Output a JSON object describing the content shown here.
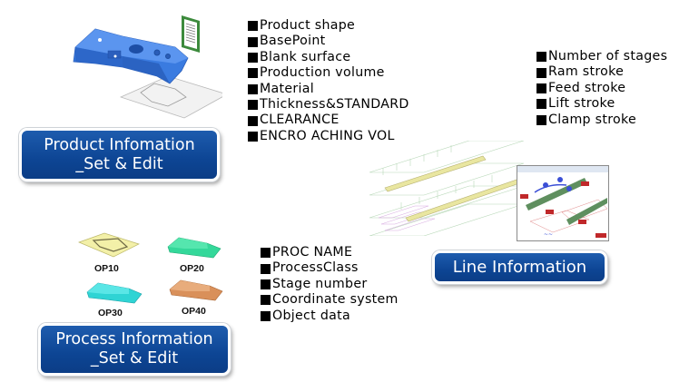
{
  "product": {
    "button_line1": "Product Infomation",
    "button_line2": "_Set & Edit",
    "image_icon": "product-3d-model-icon",
    "doc_icon": "document-sheet-icon",
    "items": [
      "Product shape",
      "BasePoint",
      "Blank surface",
      "Production volume",
      "Material",
      "Thickness&STANDARD",
      "CLEARANCE",
      "ENCRO ACHING VOL"
    ]
  },
  "line": {
    "button_label": "Line Information",
    "image_icon": "press-line-wireframe-icon",
    "screenshot_icon": "line-settings-window-icon",
    "items": [
      "Number of stages",
      "Ram stroke",
      "Feed stroke",
      "Lift stroke",
      "Clamp stroke"
    ]
  },
  "process": {
    "button_line1": "Process Information",
    "button_line2": "_Set & Edit",
    "ops": [
      {
        "label": "OP10",
        "color": "#f3f0a8"
      },
      {
        "label": "OP20",
        "color": "#34d89a"
      },
      {
        "label": "OP30",
        "color": "#2fd4d4"
      },
      {
        "label": "OP40",
        "color": "#d9905a"
      }
    ],
    "items": [
      "PROC NAME",
      "ProcessClass",
      "Stage number",
      "Coordinate system",
      "Object data"
    ]
  },
  "colors": {
    "button_blue": "#0d4594",
    "part_blue": "#3a7be0"
  }
}
